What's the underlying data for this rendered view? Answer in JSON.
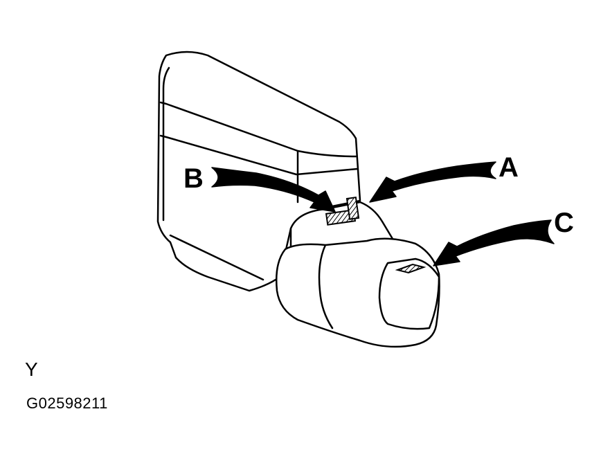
{
  "callouts": {
    "a": "A",
    "b": "B",
    "c": "C"
  },
  "caption": {
    "view_letter": "Y",
    "figure_code": "G02598211"
  },
  "colors": {
    "ink": "#000000",
    "paper": "#ffffff"
  }
}
